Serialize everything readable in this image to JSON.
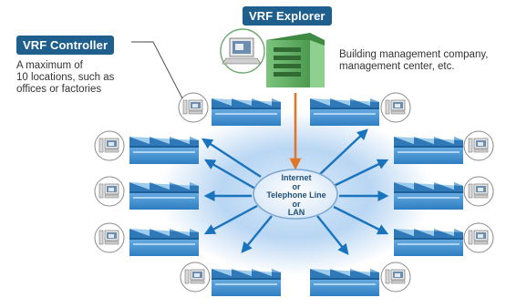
{
  "vrf_explorer": {
    "label": "VRF Explorer"
  },
  "vrf_controller": {
    "label": "VRF Controller"
  },
  "controller_note": {
    "lines": [
      "A maximum of",
      "10 locations, such as",
      "offices or factories"
    ]
  },
  "explorer_note": {
    "lines": [
      "Building management company,",
      "management center, etc."
    ]
  },
  "network_hub": {
    "lines": [
      "Internet",
      "or",
      "Telephone Line",
      "or",
      "LAN"
    ]
  },
  "colors": {
    "label_bg": "#1f5f8e",
    "glow": "#9fc8ef",
    "arrow": "#1a73bd",
    "down_arrow": "#e0762a",
    "factory": "#3f8fcf",
    "hq": "#5aa85c"
  },
  "icons": [
    "factory-icon",
    "pc-icon",
    "headquarters-building-icon",
    "laptop-icon"
  ]
}
